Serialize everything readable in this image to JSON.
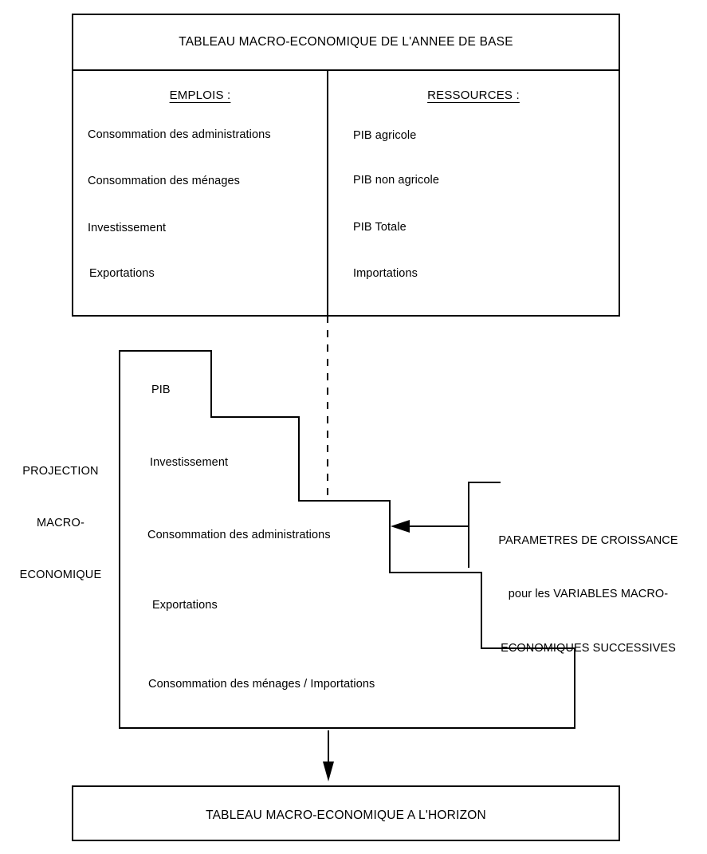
{
  "diagram": {
    "title": "TABLEAU MACRO-ECONOMIQUE DE L'ANNEE DE BASE",
    "table": {
      "left_column": {
        "header": "EMPLOIS :",
        "items": [
          "Consommation des administrations",
          "Consommation des ménages",
          "Investissement",
          "Exportations"
        ]
      },
      "right_column": {
        "header": "RESSOURCES :",
        "items": [
          "PIB agricole",
          "PIB non agricole",
          "PIB Totale",
          "Importations"
        ]
      }
    },
    "projection": {
      "side_label_lines": [
        "PROJECTION",
        "MACRO-",
        "ECONOMIQUE"
      ],
      "steps": [
        "PIB",
        "Investissement",
        "Consommation des administrations",
        "Exportations",
        "Consommation des ménages / Importations"
      ]
    },
    "parameters_note": {
      "lines": [
        "PARAMETRES DE CROISSANCE",
        "pour les VARIABLES MACRO-",
        "ECONOMIQUES SUCCESSIVES"
      ]
    },
    "bottom_box": {
      "title": "TABLEAU MACRO-ECONOMIQUE A L'HORIZON"
    },
    "colors": {
      "stroke": "#000000",
      "background": "#ffffff",
      "text": "#000000"
    }
  }
}
